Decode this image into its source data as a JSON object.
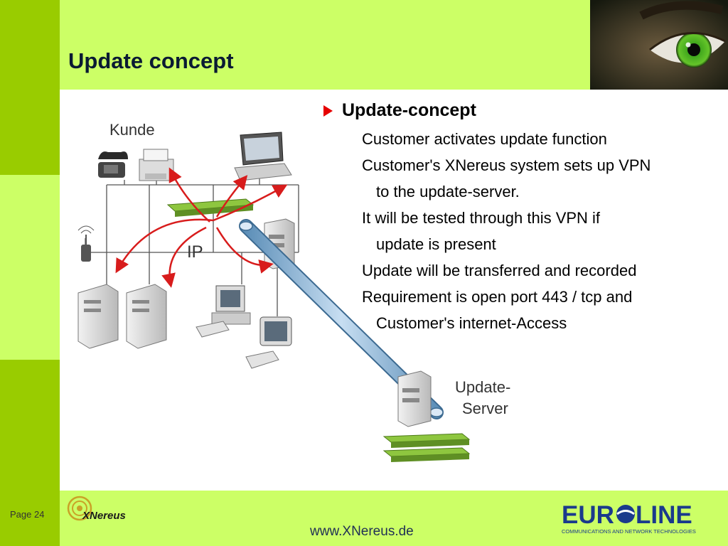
{
  "slide": {
    "title": "Update concept",
    "page_label": "Page 24",
    "website": "www.XNereus.de"
  },
  "content": {
    "heading": "Update-concept",
    "lines": [
      "Customer activates update function",
      "Customer's XNereus system sets up VPN",
      "to the update-server.",
      "It will be tested through this VPN if",
      "update is present",
      "Update will be transferred and recorded",
      "Requirement is open port 443 / tcp and",
      "Customer's internet-Access"
    ]
  },
  "diagram": {
    "customer_label": "Kunde",
    "network_label": "IP",
    "server_label_line1": "Update-",
    "server_label_line2": "Server"
  },
  "logos": {
    "xnereus_text": "XNereus",
    "euroline_text": "EUROLINE",
    "euroline_tagline": "COMMUNICATIONS AND NETWORK TECHNOLOGIES"
  },
  "colors": {
    "bright_green": "#ccff66",
    "dark_green": "#99cc00",
    "title_navy": "#0a1a33",
    "bullet_red": "#e60000",
    "arrow_red": "#d81c1c",
    "vpn_tube_blue": "#8db8dc",
    "euroline_blue": "#1a3a8c"
  }
}
